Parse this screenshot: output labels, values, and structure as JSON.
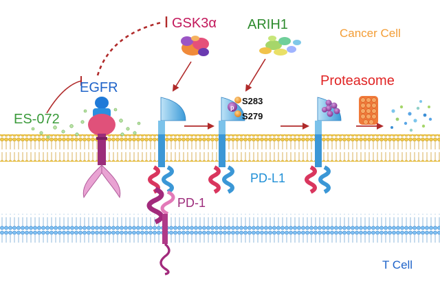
{
  "labels": {
    "gsk3a": "GSK3α",
    "arih1": "ARIH1",
    "cancer_cell": "Cancer Cell",
    "egfr": "EGFR",
    "es072": "ES-072",
    "proteasome": "Proteasome",
    "s283": "S283",
    "s279": "S279",
    "phospho": "p",
    "pd1": "PD-1",
    "pdl1": "PD-L1",
    "t_cell": "T Cell"
  },
  "colors": {
    "gsk3a": "#c2185b",
    "arih1": "#2e8b2e",
    "cancer_cell": "#f39c34",
    "egfr": "#1e63c9",
    "es072": "#3a9a3a",
    "proteasome": "#e02424",
    "pd1": "#9c2a7a",
    "pdl1": "#1f8fd6",
    "t_cell": "#1e63c9",
    "arrow": "#b02a2a",
    "membrane_yellow": "#e8b83a",
    "membrane_blue": "#5aa6e6"
  }
}
